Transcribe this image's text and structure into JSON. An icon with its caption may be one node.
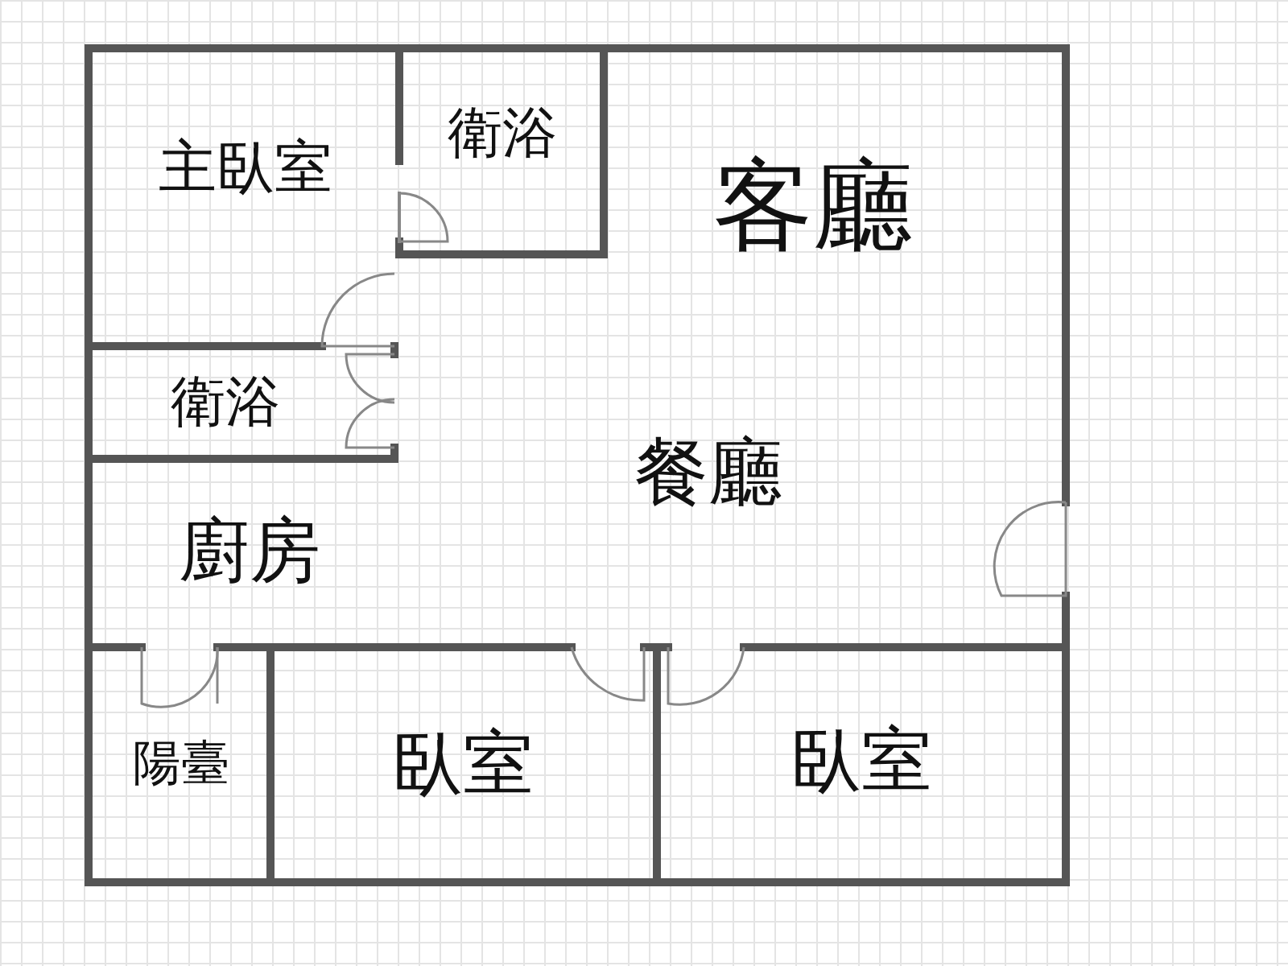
{
  "diagram": {
    "nodes": [
      {
        "text": [
          "主臥室"
        ]
      },
      {
        "text": [
          "衛浴"
        ]
      },
      {
        "text": [
          "客廳"
        ]
      },
      {
        "text": [
          "衛浴"
        ]
      },
      {
        "text": [
          "餐廳"
        ]
      },
      {
        "text": [
          "廚房"
        ]
      },
      {
        "text": [
          "陽臺"
        ]
      },
      {
        "text": [
          "臥室"
        ]
      },
      {
        "text": [
          "臥室"
        ]
      }
    ]
  }
}
